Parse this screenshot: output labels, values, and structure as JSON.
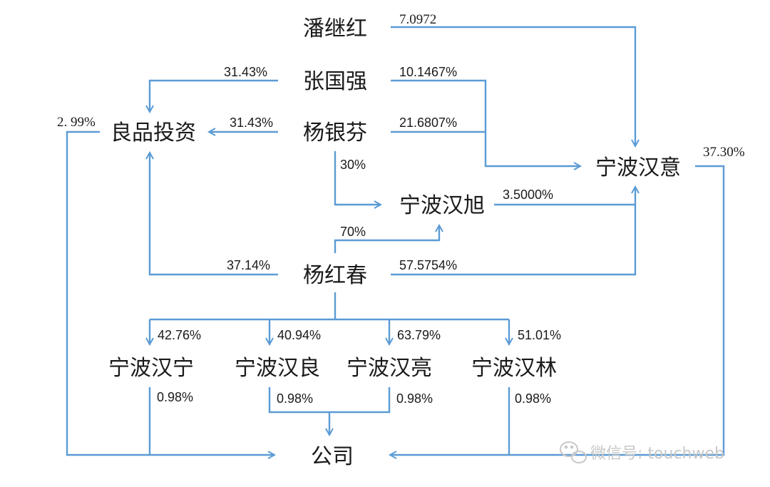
{
  "nodes": {
    "pan_jihong": "潘继红",
    "zhang_guoqiang": "张国强",
    "yang_yinfen": "杨银芬",
    "liangpin_investment": "良品投资",
    "ningbo_hanyi": "宁波汉意",
    "ningbo_hanxu": "宁波汉旭",
    "yang_hongchun": "杨红春",
    "ningbo_hanning": "宁波汉宁",
    "ningbo_hanliang": "宁波汉良",
    "ningbo_hanliang2": "宁波汉亮",
    "ningbo_hanlin": "宁波汉林",
    "company": "公司"
  },
  "edges": {
    "pan_to_hanyi": "7.0972",
    "zhang_to_liangpin": "31.43%",
    "zhang_to_hanyi": "10.1467%",
    "liangpin_to_company": "2. 99%",
    "yang_yinfen_to_liangpin": "31.43%",
    "yang_yinfen_to_hanyi": "21.6807%",
    "hanyi_to_company": "37.30%",
    "yang_yinfen_to_hanxu": "30%",
    "hanxu_to_hanyi": "3.5000%",
    "yang_hongchun_to_hanxu": "70%",
    "yang_hongchun_to_liangpin": "37.14%",
    "yang_hongchun_to_hanyi": "57.5754%",
    "yang_hongchun_to_hanning": "42.76%",
    "yang_hongchun_to_hanliang": "40.94%",
    "yang_hongchun_to_hanliang2": "63.79%",
    "yang_hongchun_to_hanlin": "51.01%",
    "hanning_to_company": "0.98%",
    "hanliang_to_company": "0.98%",
    "hanliang2_to_company": "0.98%",
    "hanlin_to_company": "0.98%"
  },
  "watermark": {
    "icon": "wechat-icon",
    "text": "微信号: touchweb"
  },
  "colors": {
    "line": "#5b9bd5",
    "text": "#1a1a1a",
    "watermark": "#c8c8c8"
  }
}
